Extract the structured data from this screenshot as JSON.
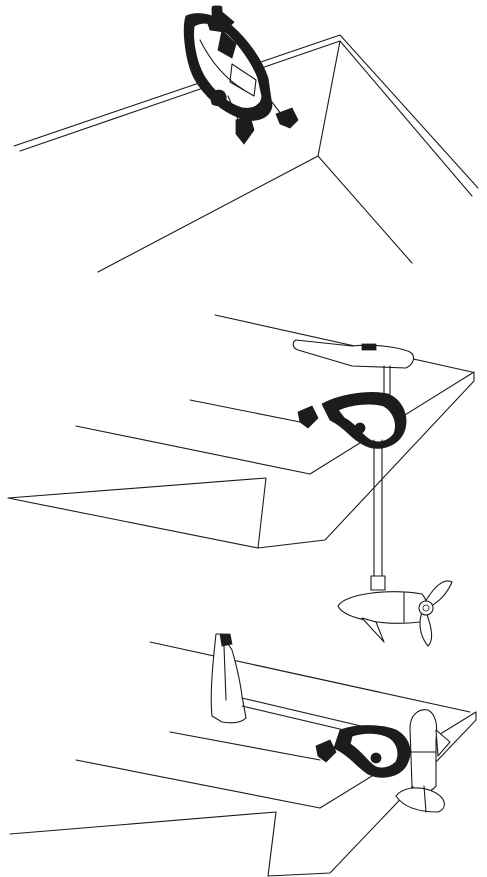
{
  "figure": {
    "panels": [
      {
        "id": "clamp-on-transom",
        "icon": "motor-clamp-icon"
      },
      {
        "id": "motor-lowered",
        "icon": "trolling-motor-down-icon"
      },
      {
        "id": "motor-tilted-up",
        "icon": "trolling-motor-up-icon"
      }
    ],
    "colors": {
      "ink": "#1a1a1a",
      "background": "#ffffff"
    }
  }
}
